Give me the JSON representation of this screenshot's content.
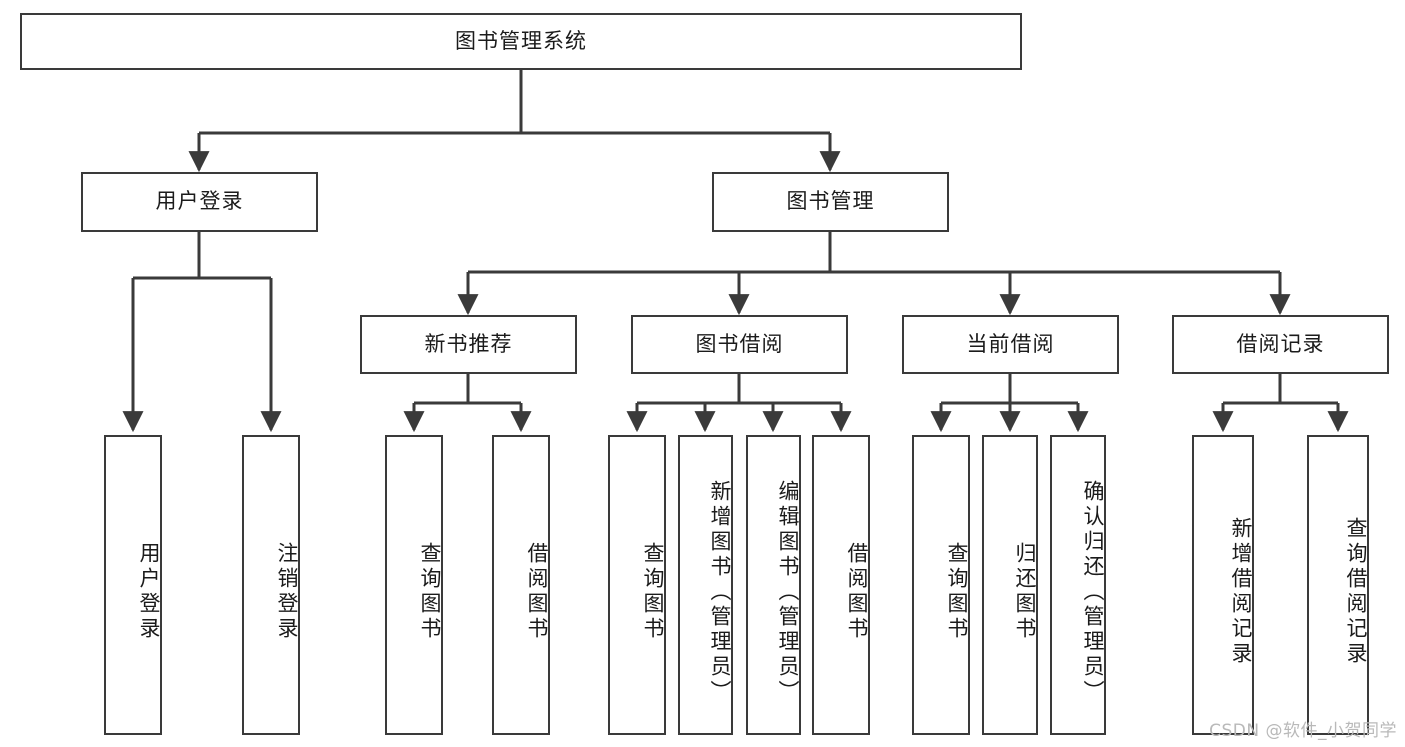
{
  "diagram": {
    "title_node": {
      "label": "图书管理系统"
    },
    "level1": [
      {
        "id": "user-login",
        "label": "用户登录"
      },
      {
        "id": "book-manage",
        "label": "图书管理"
      }
    ],
    "level2": [
      {
        "id": "new-book-recommend",
        "label": "新书推荐"
      },
      {
        "id": "book-borrow",
        "label": "图书借阅"
      },
      {
        "id": "current-borrow",
        "label": "当前借阅"
      },
      {
        "id": "borrow-record",
        "label": "借阅记录"
      }
    ],
    "leaves": [
      {
        "id": "leaf-user-login",
        "label": "用户登录",
        "parent": "user-login"
      },
      {
        "id": "leaf-logout-login",
        "label": "注销登录",
        "parent": "user-login"
      },
      {
        "id": "leaf-query-book-1",
        "label": "查询图书",
        "parent": "new-book-recommend"
      },
      {
        "id": "leaf-borrow-book-1",
        "label": "借阅图书",
        "parent": "new-book-recommend"
      },
      {
        "id": "leaf-query-book-2",
        "label": "查询图书",
        "parent": "book-borrow"
      },
      {
        "id": "leaf-add-book",
        "label": "新增图书（管理员）",
        "parent": "book-borrow"
      },
      {
        "id": "leaf-edit-book",
        "label": "编辑图书（管理员）",
        "parent": "book-borrow"
      },
      {
        "id": "leaf-borrow-book-2",
        "label": "借阅图书",
        "parent": "book-borrow"
      },
      {
        "id": "leaf-query-book-3",
        "label": "查询图书",
        "parent": "current-borrow"
      },
      {
        "id": "leaf-return-book",
        "label": "归还图书",
        "parent": "current-borrow"
      },
      {
        "id": "leaf-confirm-return",
        "label": "确认归还（管理员）",
        "parent": "current-borrow"
      },
      {
        "id": "leaf-add-record",
        "label": "新增借阅记录",
        "parent": "borrow-record"
      },
      {
        "id": "leaf-query-record",
        "label": "查询借阅记录",
        "parent": "borrow-record"
      }
    ],
    "colors": {
      "stroke": "#3a3a3a",
      "background": "#ffffff",
      "text": "#1b1b1b",
      "watermark": "#b9b9b9"
    }
  },
  "watermark": {
    "text": "CSDN @软件_小贺同学"
  }
}
